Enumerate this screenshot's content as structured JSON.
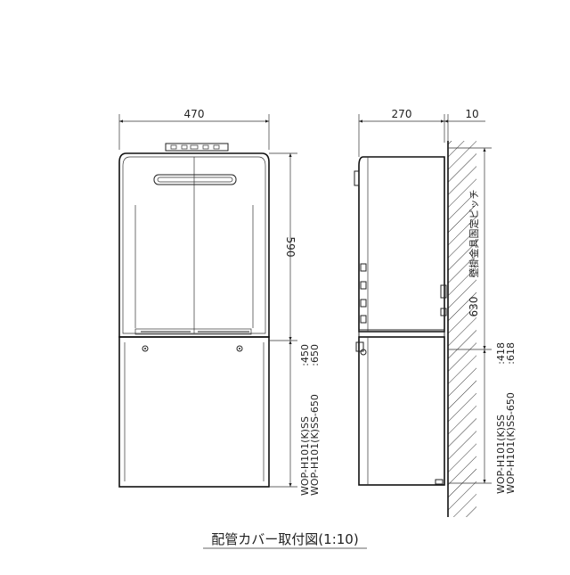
{
  "front_view": {
    "width_dim": "470",
    "height_dim": "590",
    "cover_dim_a": ":450",
    "cover_dim_b": ":650",
    "model_a": "WOP-H101(K)SS",
    "model_b": "WOP-H101(K)SS-650"
  },
  "side_view": {
    "depth_dim": "270",
    "gap_dim": "10",
    "pitch_label": "壁掛金具固定ピッチ",
    "pitch_dim": "630",
    "cover_dim_a": ":418",
    "cover_dim_b": ":618",
    "model_a": "WOP-H101(K)SS",
    "model_b": "WOP-H101(K)SS-650"
  },
  "caption": "配管カバー取付図(1:10)"
}
